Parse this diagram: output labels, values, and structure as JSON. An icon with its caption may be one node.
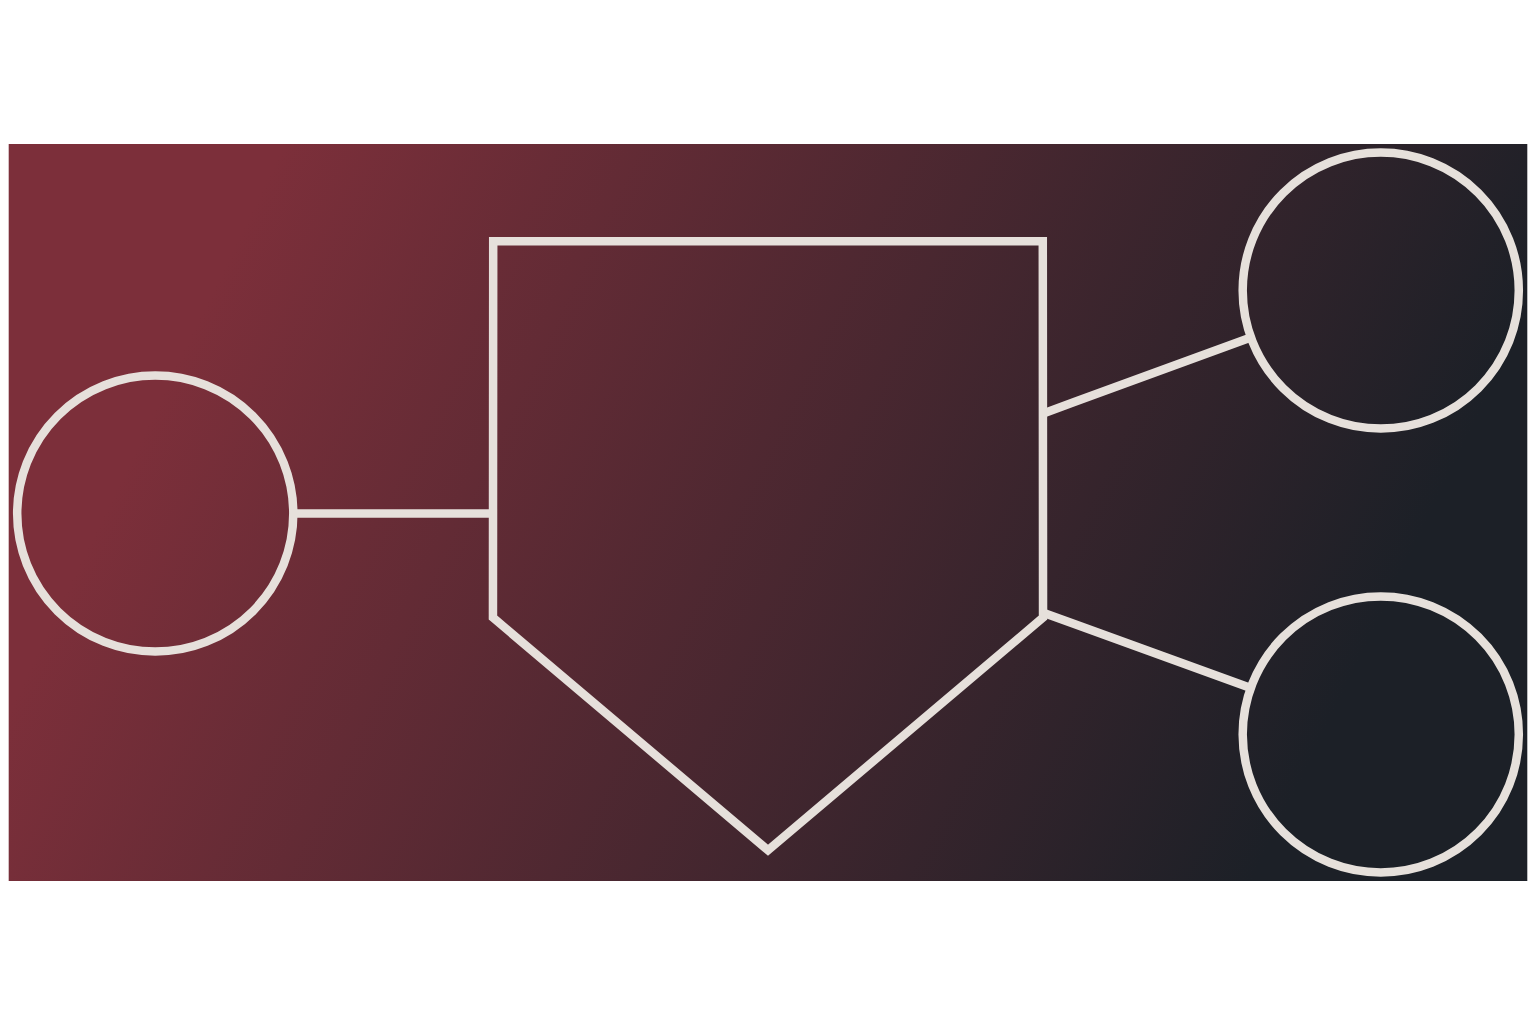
{
  "diagram": {
    "nodes": [
      {
        "text": [],
        "shape": "shield"
      },
      {
        "text": [],
        "shape": "circle"
      },
      {
        "text": [],
        "shape": "circle"
      },
      {
        "text": [],
        "shape": "circle"
      }
    ],
    "edges": [
      {
        "from": 1,
        "to": 0,
        "arrow": "none"
      },
      {
        "from": 0,
        "to": 2,
        "arrow": "none"
      },
      {
        "from": 0,
        "to": 3,
        "arrow": "none"
      }
    ]
  }
}
